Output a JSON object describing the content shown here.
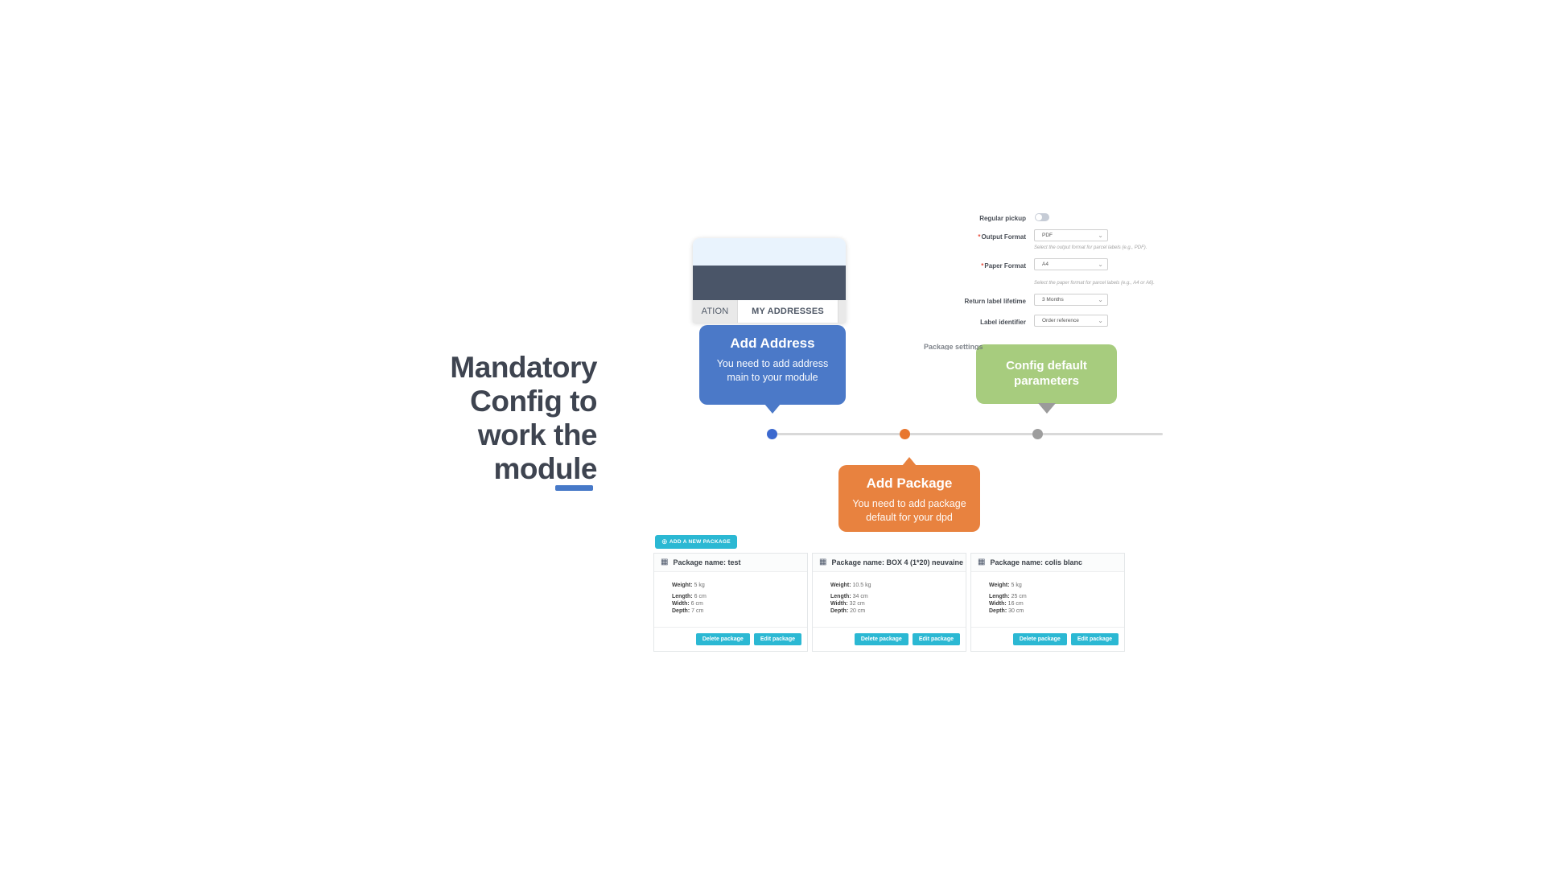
{
  "heading": {
    "lines": [
      "Mandatory",
      "Config to",
      "work the",
      "module"
    ],
    "accent_color": "#4779c8"
  },
  "mini_screenshot": {
    "tabs": [
      {
        "label": "ATION",
        "active": false
      },
      {
        "label": "MY ADDRESSES",
        "active": true
      }
    ]
  },
  "callouts": {
    "add_address": {
      "title": "Add Address",
      "body": "You need to add address\nmain to your module",
      "color": "#4b79c8"
    },
    "config_default": {
      "title": "Config default\nparameters",
      "color": "#a7cc7e"
    },
    "add_package": {
      "title": "Add Package",
      "body": "You need to add package\ndefault for your dpd",
      "color": "#e8823f"
    }
  },
  "timeline": {
    "dot_colors": [
      "#3c69cf",
      "#e8762e",
      "#9d9d9d"
    ],
    "line_color": "#d9d9d9"
  },
  "settings": {
    "required_marker": "*",
    "regular_pickup_label": "Regular pickup",
    "output_format": {
      "label": "Output Format",
      "value": "PDF",
      "helper": "Select the output format for parcel labels (e.g., PDF)."
    },
    "paper_format": {
      "label": "Paper Format",
      "value": "A4",
      "helper": "Select the paper format for parcel labels (e.g., A4 or A6)."
    },
    "return_label_lifetime": {
      "label": "Return label lifetime",
      "value": "3 Months"
    },
    "label_identifier": {
      "label": "Label identifier",
      "value": "Order reference"
    },
    "partial_heading": "Package settings",
    "chevron": "⌄"
  },
  "packages": {
    "add_button_label": "ADD A NEW PACKAGE",
    "add_button_icon": "⊕",
    "button_color": "#2bb8d3",
    "field_labels": {
      "weight": "Weight:",
      "length": "Length:",
      "width": "Width:",
      "depth": "Depth:"
    },
    "actions": {
      "delete": "Delete package",
      "edit": "Edit package"
    },
    "card_icon": "▦",
    "cards": [
      {
        "title": "Package name: test",
        "weight": "5 kg",
        "length": "6 cm",
        "width": "6 cm",
        "depth": "7 cm"
      },
      {
        "title": "Package name: BOX 4 (1*20) neuvaine",
        "weight": "10.5 kg",
        "length": "34 cm",
        "width": "32 cm",
        "depth": "20 cm"
      },
      {
        "title": "Package name: colis blanc",
        "weight": "5 kg",
        "length": "25 cm",
        "width": "16 cm",
        "depth": "30 cm"
      }
    ]
  }
}
